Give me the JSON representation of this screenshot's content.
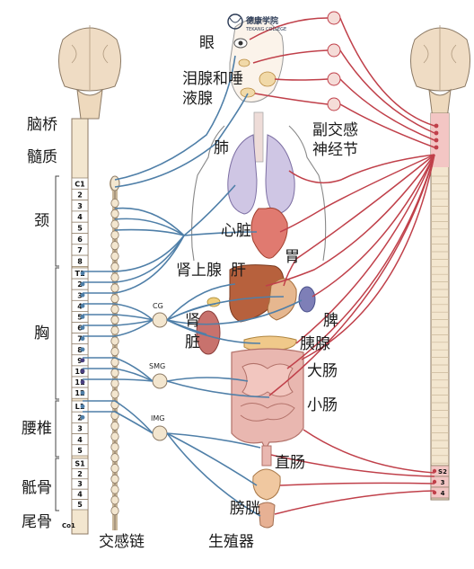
{
  "logo": {
    "text": "德康学院",
    "subtext": "TEKANG COLLEGE"
  },
  "labels": {
    "eye": "眼",
    "lacrimal_line1": "泪腺和唾",
    "lacrimal_line2": "液腺",
    "parasym_line1": "副交感",
    "parasym_line2": "神经节",
    "lung": "肺",
    "heart": "心脏",
    "stomach": "胃",
    "adrenal": "肾上腺",
    "liver": "肝",
    "spleen": "脾",
    "kidney_line1": "肾",
    "kidney_line2": "脏",
    "pancreas": "胰腺",
    "large_intestine": "大肠",
    "small_intestine": "小肠",
    "rectum": "直肠",
    "bladder": "膀胱",
    "genitals": "生殖器",
    "sympathetic_chain": "交感链",
    "pons": "脑桥",
    "medulla": "髓质",
    "cervical": "颈",
    "thoracic": "胸",
    "lumbar": "腰椎",
    "sacral": "骶骨",
    "coccyx": "尾骨",
    "coccyx_seg": "Co1"
  },
  "ganglia": {
    "cg": "CG",
    "smg": "SMG",
    "img": "IMG"
  },
  "segments": {
    "cervical": [
      "C1",
      "2",
      "3",
      "4",
      "5",
      "6",
      "7",
      "8"
    ],
    "thoracic": [
      "T1",
      "2",
      "3",
      "4",
      "5",
      "6",
      "7",
      "8",
      "9",
      "10",
      "11",
      "12"
    ],
    "lumbar": [
      "L1",
      "2",
      "3",
      "4",
      "5"
    ],
    "sacral": [
      "S1",
      "2",
      "3",
      "4",
      "5"
    ],
    "right_sacral": [
      "S2",
      "3",
      "4"
    ]
  },
  "colors": {
    "sympathetic": "#4f7fa8",
    "parasympathetic": "#c0404a",
    "spinal_cord": "#f3e6cf",
    "brain": "#efdcc4"
  }
}
